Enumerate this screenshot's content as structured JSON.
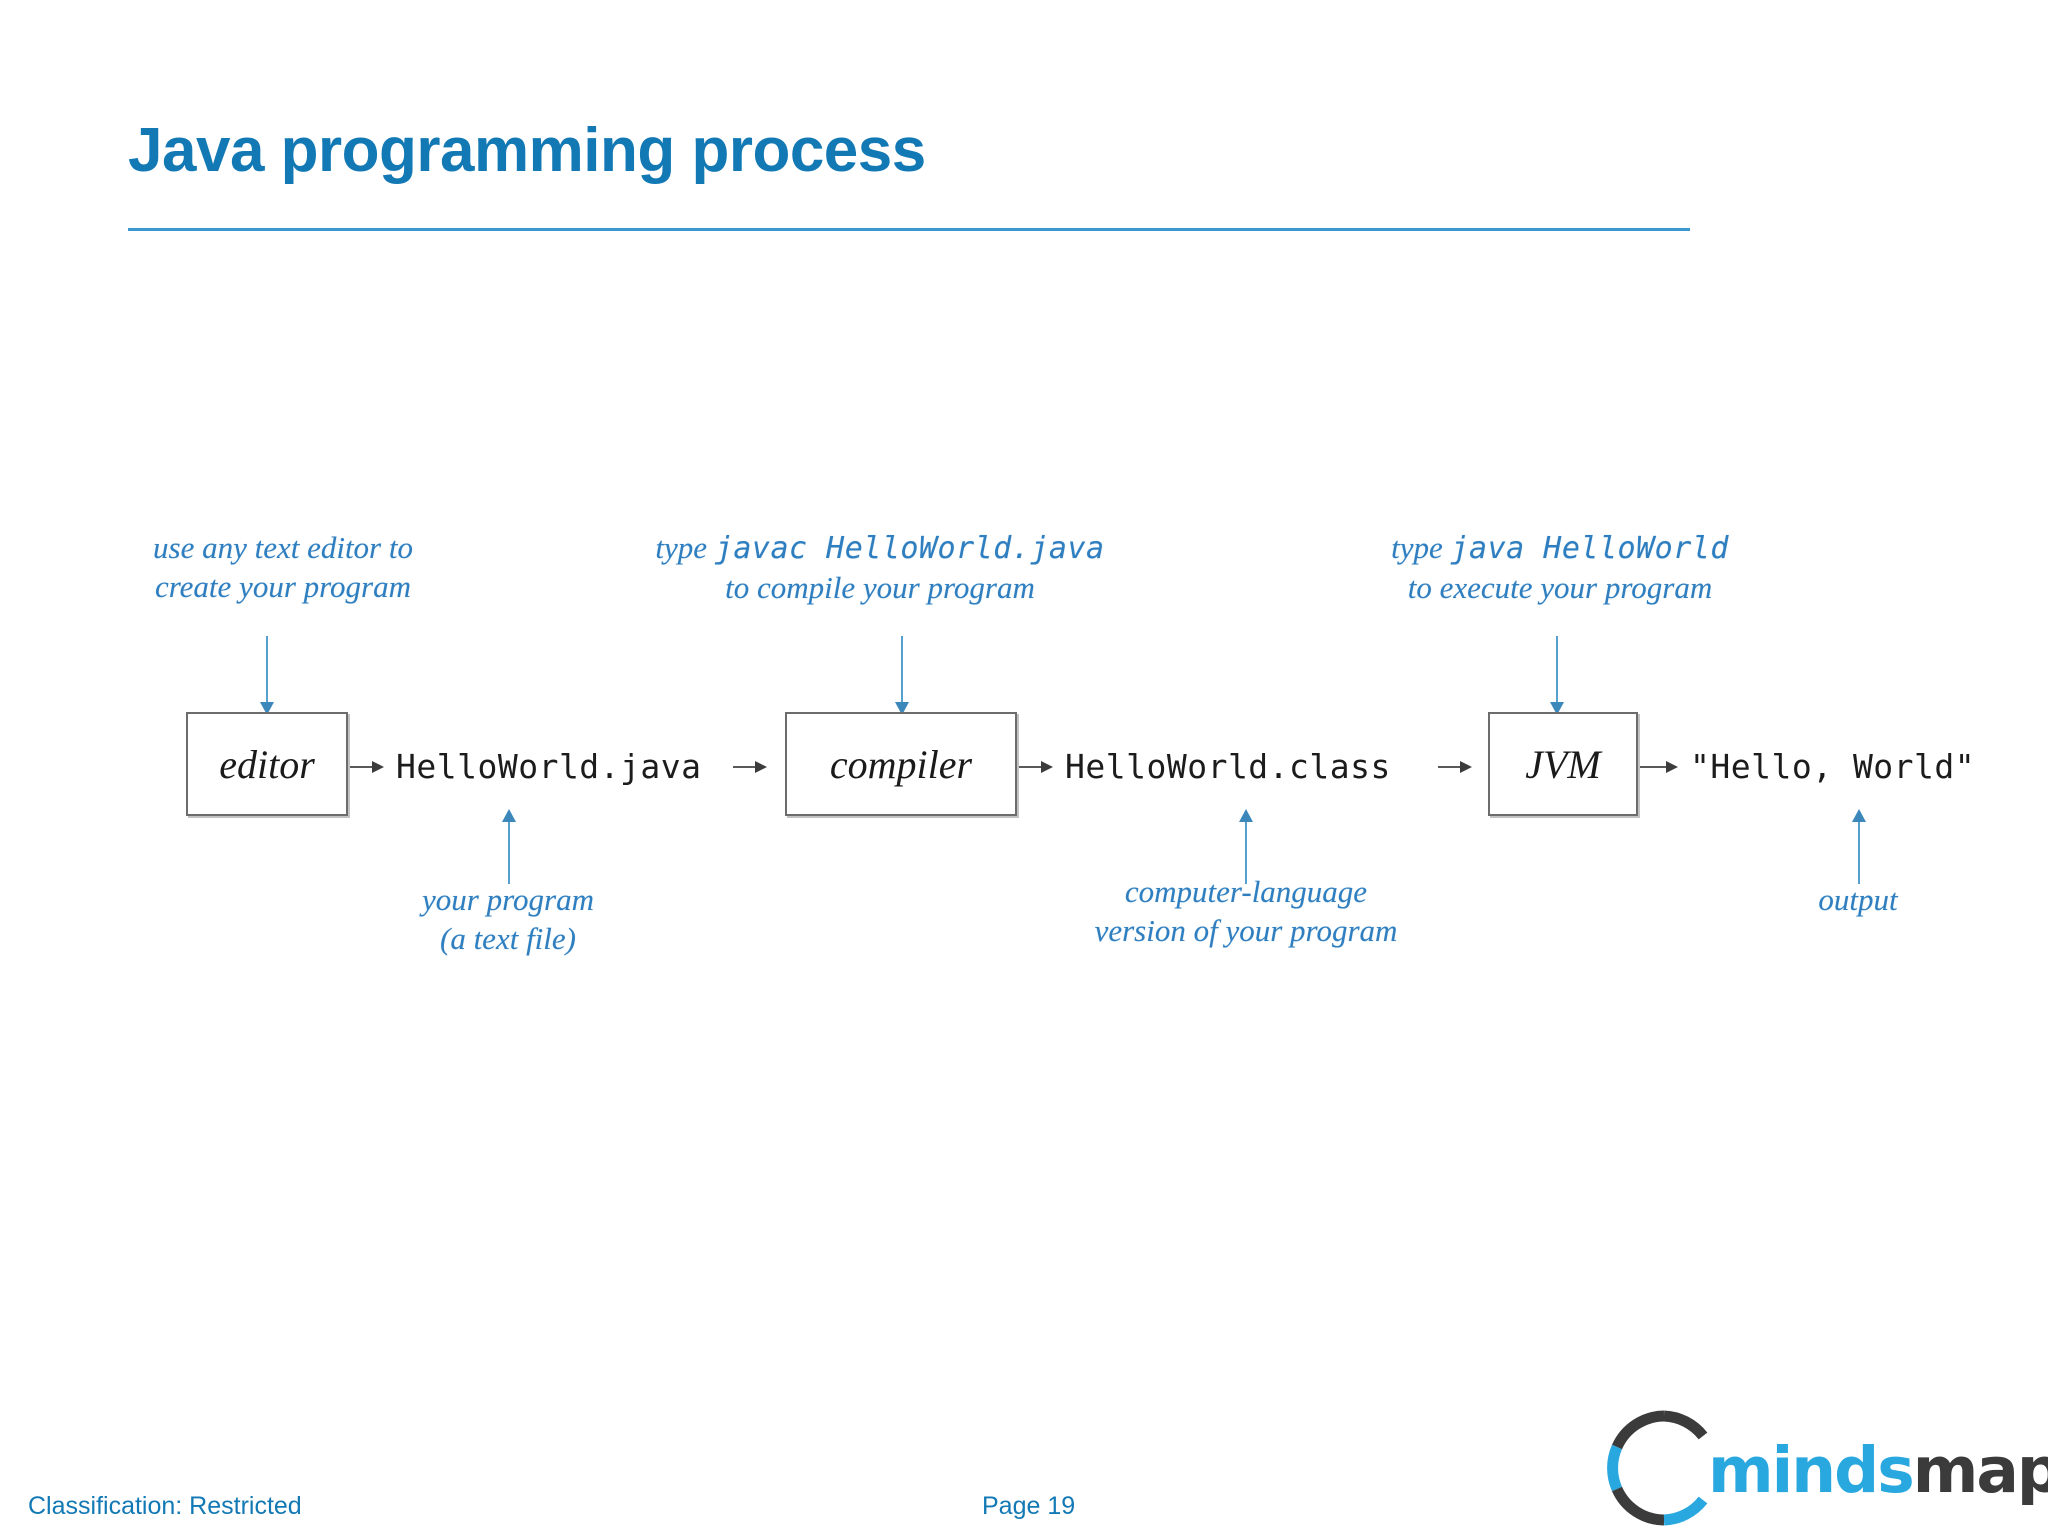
{
  "slide": {
    "title": "Java programming process",
    "title_color": "#1279b5",
    "rule_color": "#3a97cf",
    "background": "#ffffff"
  },
  "diagram": {
    "type": "flow",
    "accent_color": "#2f7fc0",
    "box_border_color": "#6c6c6c",
    "stages": [
      {
        "box_label": "editor",
        "artifact": "HelloWorld.java"
      },
      {
        "box_label": "compiler",
        "artifact": "HelloWorld.class"
      },
      {
        "box_label": "JVM",
        "artifact": "\"Hello, World\""
      }
    ],
    "top_annotations": [
      {
        "id": "editor-note",
        "line1_plain": "use any text editor to",
        "line1_mono": "",
        "line2": "create your program"
      },
      {
        "id": "compile-note",
        "line1_plain": "type ",
        "line1_mono": "javac HelloWorld.java",
        "line2": "to compile your program"
      },
      {
        "id": "execute-note",
        "line1_plain": "type ",
        "line1_mono": "java HelloWorld",
        "line2": "to execute your program"
      }
    ],
    "bottom_annotations": [
      {
        "id": "source-note",
        "line1": "your program",
        "line2": "(a text file)"
      },
      {
        "id": "bytecode-note",
        "line1": "computer-language",
        "line2": "version of your program"
      },
      {
        "id": "output-note",
        "line1": "output",
        "line2": ""
      }
    ]
  },
  "footer": {
    "classification": "Classification:  Restricted",
    "page": "Page 19",
    "color": "#1279b5"
  },
  "logo": {
    "word_first": "minds",
    "word_second": "mapped",
    "blue": "#29a8e0",
    "dark": "#3b3b3b"
  }
}
